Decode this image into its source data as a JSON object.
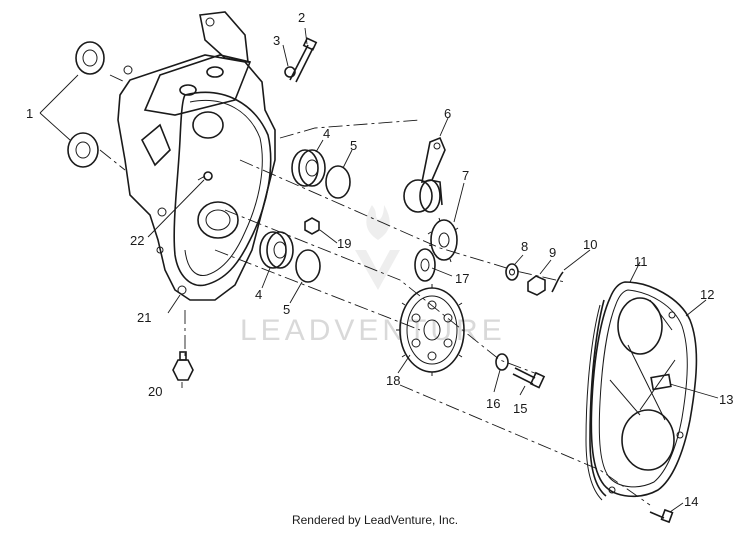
{
  "watermark": "LEADVENTURE",
  "footer": "Rendered by LeadVenture, Inc.",
  "callouts": [
    "1",
    "2",
    "3",
    "4",
    "5",
    "6",
    "7",
    "8",
    "9",
    "10",
    "11",
    "12",
    "13",
    "14",
    "15",
    "16",
    "17",
    "18",
    "19",
    "20",
    "21",
    "22"
  ]
}
